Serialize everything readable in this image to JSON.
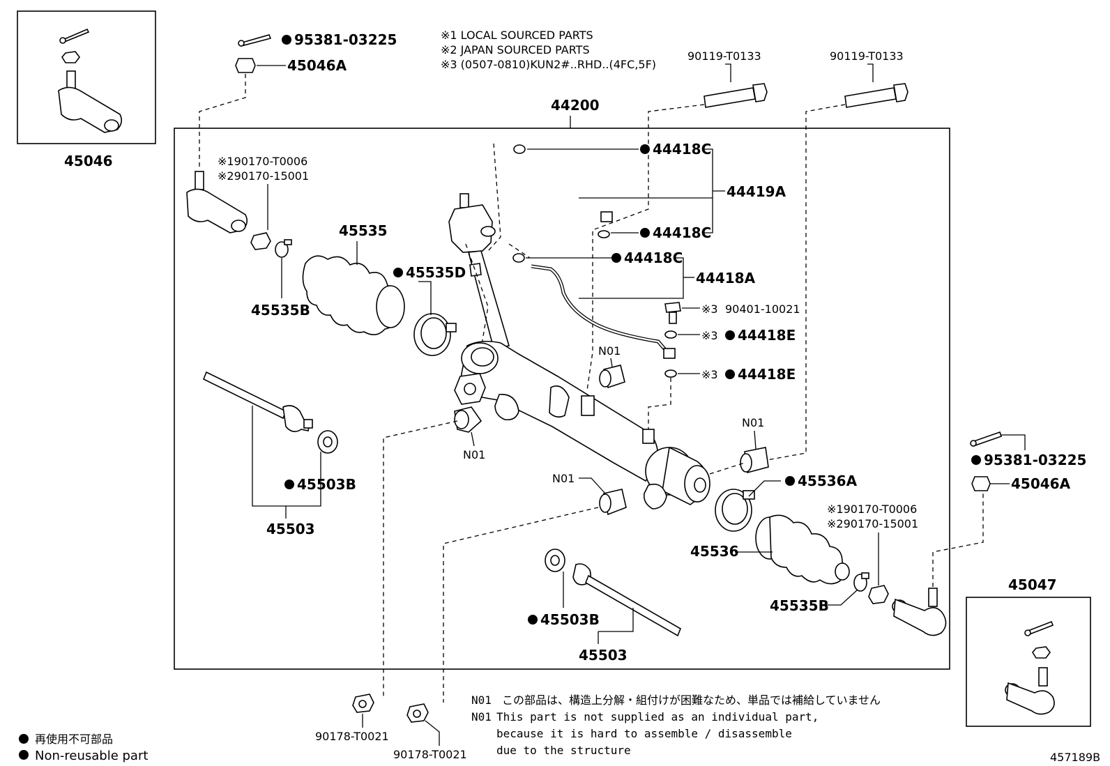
{
  "notes": {
    "n1": "※1 LOCAL SOURCED PARTS",
    "n2": "※2 JAPAN SOURCED PARTS",
    "n3": "※3 (0507-0810)KUN2#..RHD..(4FC,5F)"
  },
  "labels": {
    "p45046": "45046",
    "p45047": "45047",
    "p44200": "44200",
    "p95381_top": "95381-03225",
    "p45046A_top": "45046A",
    "p90119_a": "90119-T0133",
    "p90119_b": "90119-T0133",
    "p190170_top": "※190170-T0006",
    "p290170_top": "※290170-15001",
    "p45535": "45535",
    "p45535B_top": "45535B",
    "p45535D": "45535D",
    "p44418C_1": "44418C",
    "p44418C_2": "44418C",
    "p44418C_3": "44418C",
    "p44419A": "44419A",
    "p44418A": "44418A",
    "p90401": "90401-10021",
    "mk3_90401": "※3",
    "p44418E_1": "44418E",
    "mk3_e1": "※3",
    "p44418E_2": "44418E",
    "mk3_e2": "※3",
    "n01_a": "N01",
    "n01_b": "N01",
    "n01_c": "N01",
    "n01_d": "N01",
    "p45503B_left": "45503B",
    "p45503_left": "45503",
    "p95381_right": "95381-03225",
    "p45046A_right": "45046A",
    "p45536A": "45536A",
    "p190170_right": "※190170-T0006",
    "p290170_right": "※290170-15001",
    "p45536": "45536",
    "p45535B_right": "45535B",
    "p45503B_bottom": "45503B",
    "p45503_bottom": "45503",
    "p90178_a": "90178-T0021",
    "p90178_b": "90178-T0021"
  },
  "footnote": {
    "n01_tag_1": "N01",
    "n01_jp": "この部品は、構造上分解・組付けが困難なため、単品では補給していません",
    "n01_tag_2": "N01",
    "n01_en_1": "This part is not supplied as an individual part,",
    "n01_en_2": "because it is hard to assemble / disassemble",
    "n01_en_3": "due to the structure"
  },
  "legend": {
    "jp": "再使用不可部品",
    "en": "Non-reusable part"
  },
  "figure_id": "457189B"
}
